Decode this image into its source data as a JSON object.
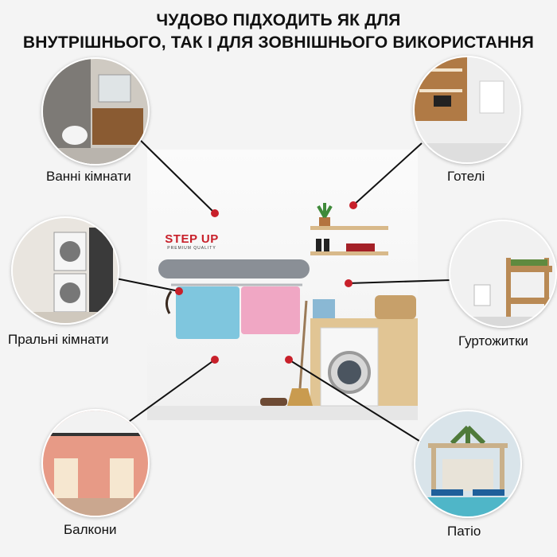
{
  "headline": {
    "line1": "ЧУДОВО ПІДХОДИТЬ ЯК ДЛЯ",
    "line2": "ВНУТРІШНЬОГО, ТАК І ДЛЯ ЗОВНІШНЬОГО ВИКОРИСТАННЯ"
  },
  "logo": {
    "brand": "STEP UP",
    "tagline": "PREMIUM QUALITY"
  },
  "locations": [
    {
      "label": "Ванні кімнати"
    },
    {
      "label": "Готелі"
    },
    {
      "label": "Пральні кімнати"
    },
    {
      "label": "Гуртожитки"
    },
    {
      "label": "Балкони"
    },
    {
      "label": "Патіо"
    }
  ],
  "colors": {
    "marker": "#c8202a",
    "towel_blue": "#7fc6de",
    "towel_pink": "#f0a7c4",
    "rack": "#8a8f96"
  }
}
